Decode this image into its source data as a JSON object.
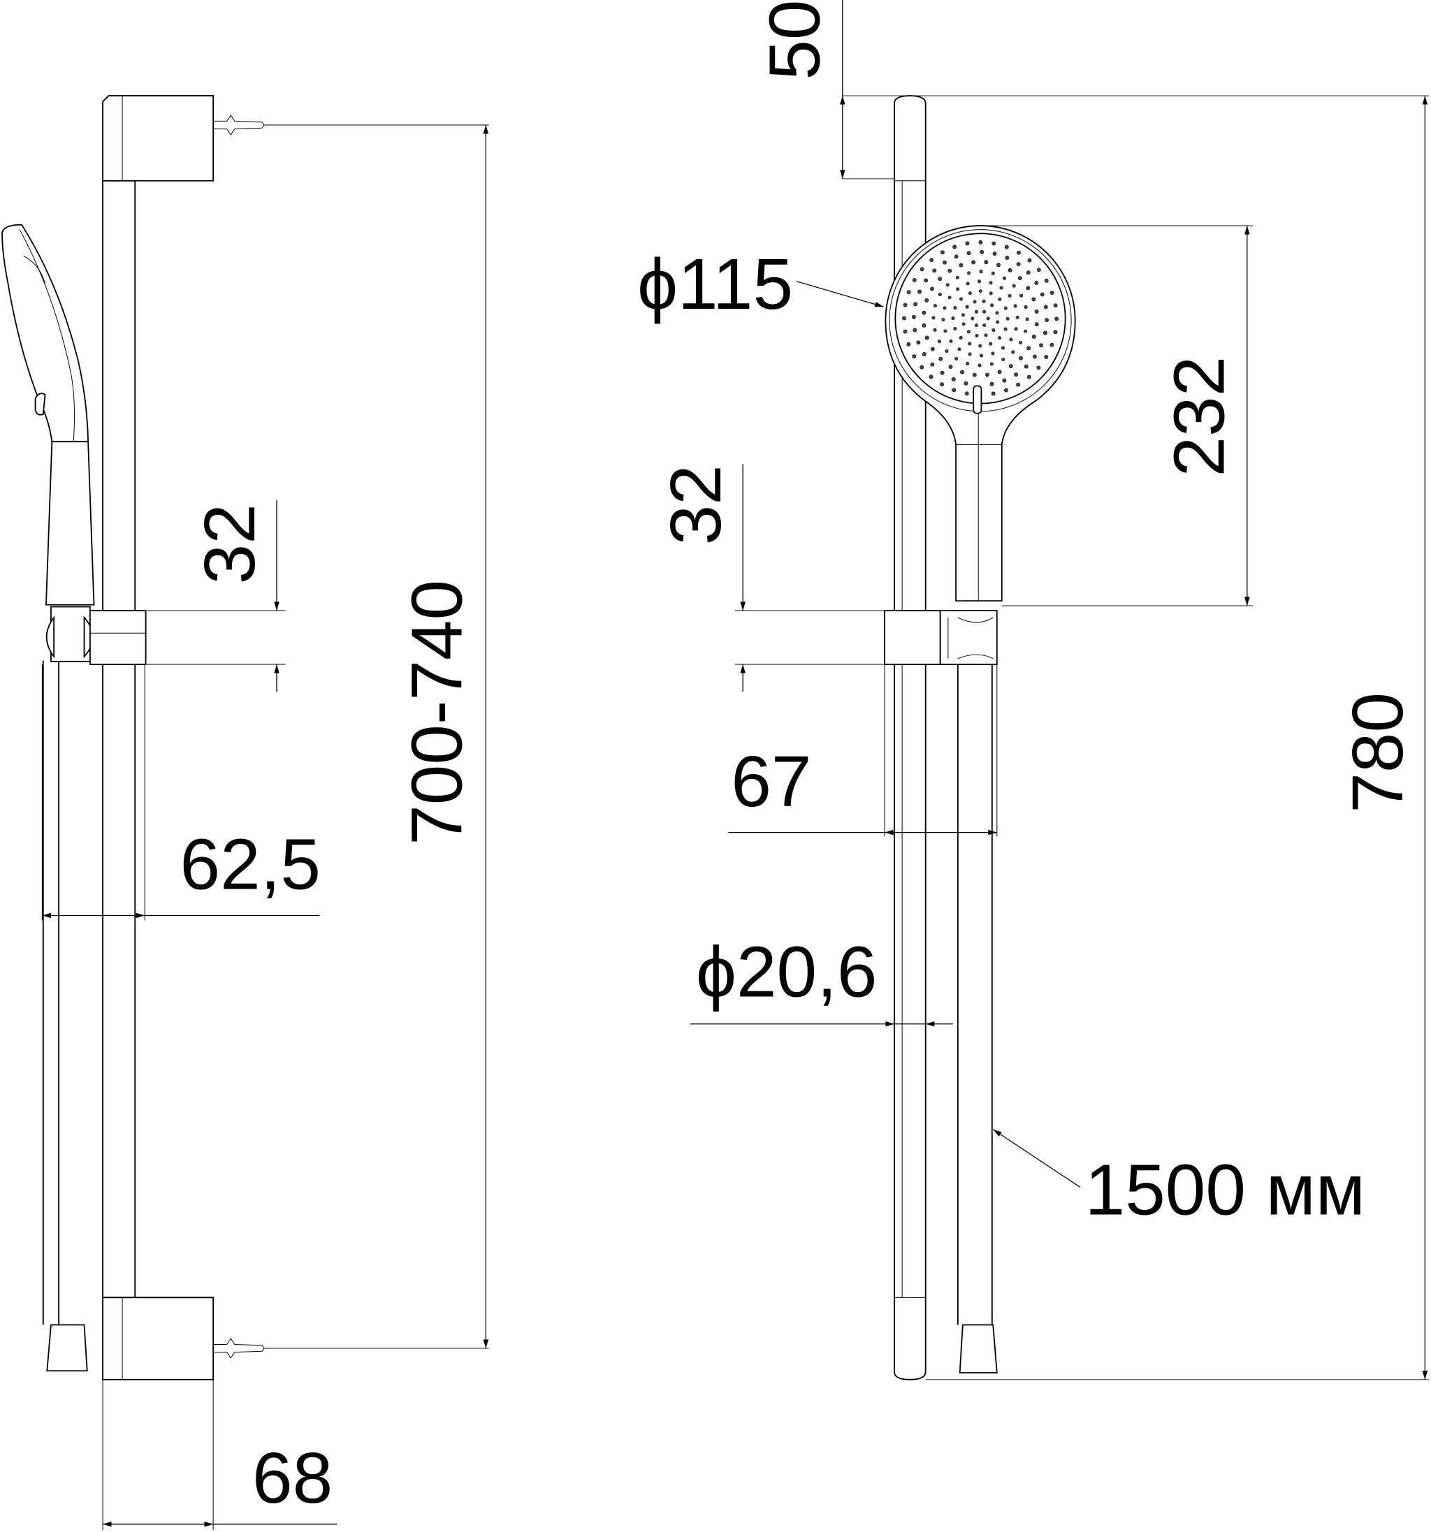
{
  "drawing": {
    "title": "Shower rail set dimensions",
    "left_view": {
      "dim_height": "700-740",
      "dim_clamp": "32",
      "dim_offset": "62,5",
      "dim_bracket": "68"
    },
    "right_view": {
      "dim_top": "50",
      "dim_total": "780",
      "dim_head_diameter": "ϕ115",
      "dim_head_length": "232",
      "dim_clamp": "32",
      "dim_clamp_width": "67",
      "dim_rail_diameter": "ϕ20,6",
      "hose_length": "1500 мм"
    }
  },
  "colors": {
    "line": "#000000",
    "background": "#ffffff"
  }
}
